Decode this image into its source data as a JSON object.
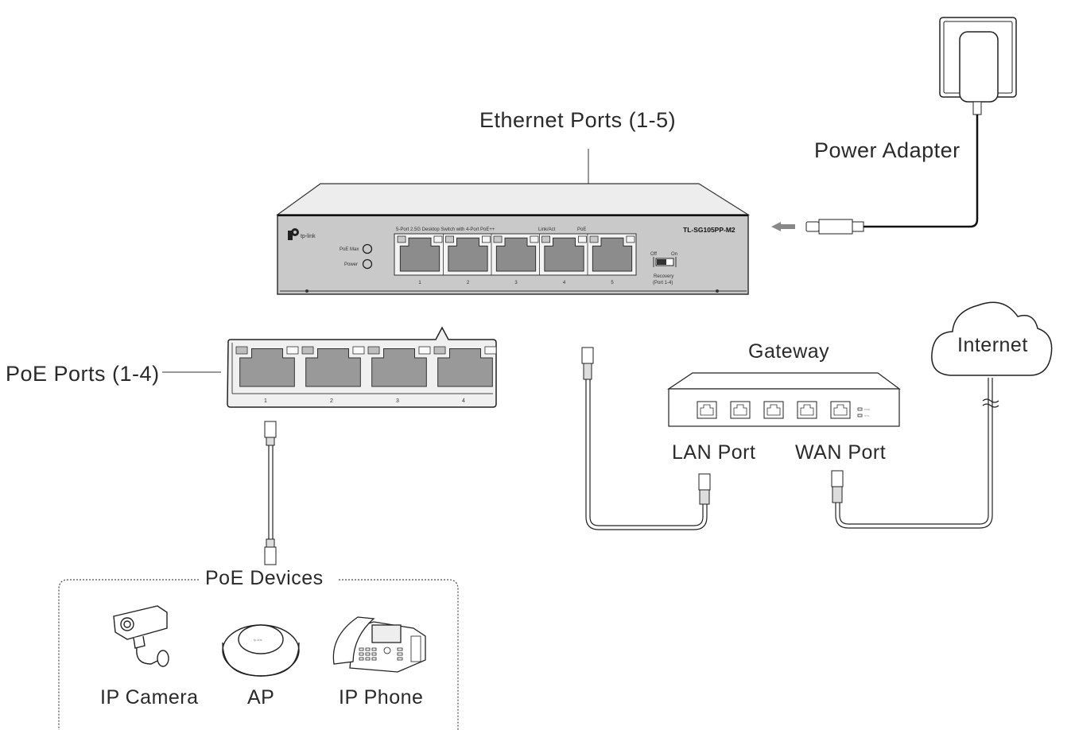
{
  "labels": {
    "ethernet_ports": "Ethernet Ports (1-5)",
    "power_adapter": "Power Adapter",
    "poe_ports": "PoE Ports (1-4)",
    "gateway": "Gateway",
    "internet": "Internet",
    "lan_port": "LAN Port",
    "wan_port": "WAN Port",
    "poe_devices": "PoE Devices"
  },
  "switch": {
    "brand": "tp-link",
    "model": "TL-SG105PP-M2",
    "description": "5-Port 2.5G Desktop Switch with 4-Port PoE++",
    "led_link": "Link/Act",
    "led_poe": "PoE",
    "poe_max": "PoE Max",
    "power": "Power",
    "ports": [
      "1",
      "2",
      "3",
      "4",
      "5"
    ],
    "recovery_off": "Off",
    "recovery_on": "On",
    "recovery_label": "Recovery",
    "recovery_ports": "(Port 1-4)"
  },
  "poe_zoom": {
    "ports": [
      "1",
      "2",
      "3",
      "4"
    ]
  },
  "gateway_leds": [
    "PWR",
    "SYS"
  ],
  "devices": [
    {
      "name": "IP Camera",
      "icon": "ip-camera-icon"
    },
    {
      "name": "AP",
      "icon": "access-point-icon"
    },
    {
      "name": "IP Phone",
      "icon": "ip-phone-icon"
    }
  ]
}
